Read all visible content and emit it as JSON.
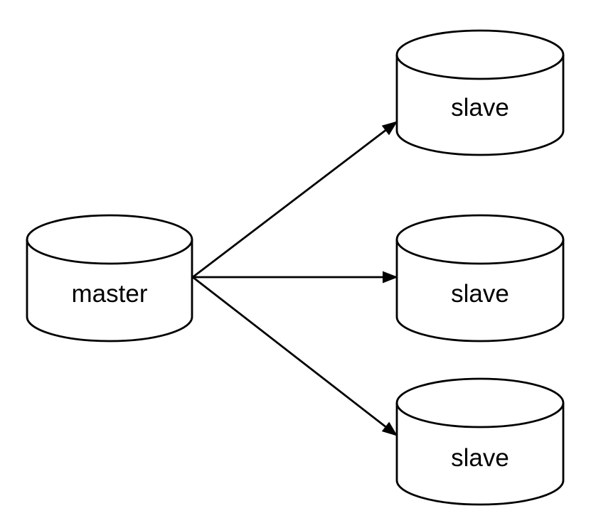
{
  "colors": {
    "background": "#ffffff",
    "line": "#000000",
    "node-fill": "#ffffff",
    "text": "#000000"
  },
  "diagram": {
    "type": "database-replication-topology",
    "nodes": [
      {
        "id": "master",
        "label": "master",
        "shape": "database-cylinder",
        "role": "source"
      },
      {
        "id": "slave-top",
        "label": "slave",
        "shape": "database-cylinder",
        "role": "replica"
      },
      {
        "id": "slave-middle",
        "label": "slave",
        "shape": "database-cylinder",
        "role": "replica"
      },
      {
        "id": "slave-bottom",
        "label": "slave",
        "shape": "database-cylinder",
        "role": "replica"
      }
    ],
    "edges": [
      {
        "from": "master",
        "to": "slave-top",
        "style": "solid-arrow"
      },
      {
        "from": "master",
        "to": "slave-middle",
        "style": "solid-arrow"
      },
      {
        "from": "master",
        "to": "slave-bottom",
        "style": "solid-arrow"
      }
    ]
  }
}
